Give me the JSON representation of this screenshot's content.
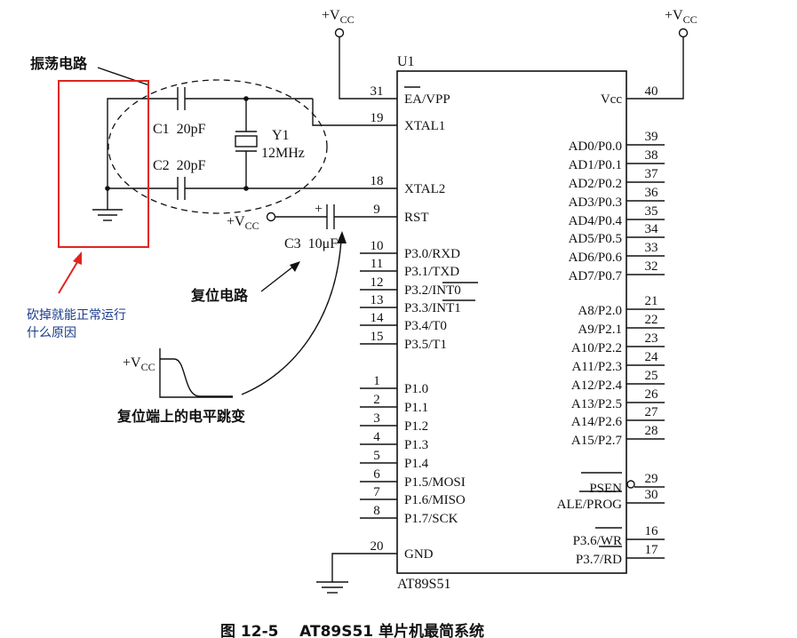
{
  "chip": {
    "ref": "U1",
    "part": "AT89S51",
    "left_pins": [
      {
        "num": "31",
        "name": "EA/VPP"
      },
      {
        "num": "19",
        "name": "XTAL1"
      },
      {
        "num": "18",
        "name": "XTAL2"
      },
      {
        "num": "9",
        "name": "RST"
      },
      {
        "num": "10",
        "name": "P3.0/RXD"
      },
      {
        "num": "11",
        "name": "P3.1/TXD"
      },
      {
        "num": "12",
        "name": "P3.2/INT0"
      },
      {
        "num": "13",
        "name": "P3.3/INT1"
      },
      {
        "num": "14",
        "name": "P3.4/T0"
      },
      {
        "num": "15",
        "name": "P3.5/T1"
      },
      {
        "num": "1",
        "name": "P1.0"
      },
      {
        "num": "2",
        "name": "P1.1"
      },
      {
        "num": "3",
        "name": "P1.2"
      },
      {
        "num": "4",
        "name": "P1.3"
      },
      {
        "num": "5",
        "name": "P1.4"
      },
      {
        "num": "6",
        "name": "P1.5/MOSI"
      },
      {
        "num": "7",
        "name": "P1.6/MISO"
      },
      {
        "num": "8",
        "name": "P1.7/SCK"
      },
      {
        "num": "20",
        "name": "GND"
      }
    ],
    "right_pins": [
      {
        "num": "40",
        "name": "Vcc"
      },
      {
        "num": "39",
        "name": "AD0/P0.0"
      },
      {
        "num": "38",
        "name": "AD1/P0.1"
      },
      {
        "num": "37",
        "name": "AD2/P0.2"
      },
      {
        "num": "36",
        "name": "AD3/P0.3"
      },
      {
        "num": "35",
        "name": "AD4/P0.4"
      },
      {
        "num": "34",
        "name": "AD5/P0.5"
      },
      {
        "num": "33",
        "name": "AD6/P0.6"
      },
      {
        "num": "32",
        "name": "AD7/P0.7"
      },
      {
        "num": "21",
        "name": "A8/P2.0"
      },
      {
        "num": "22",
        "name": "A9/P2.1"
      },
      {
        "num": "23",
        "name": "A10/P2.2"
      },
      {
        "num": "24",
        "name": "A11/P2.3"
      },
      {
        "num": "25",
        "name": "A12/P2.4"
      },
      {
        "num": "26",
        "name": "A13/P2.5"
      },
      {
        "num": "27",
        "name": "A14/P2.6"
      },
      {
        "num": "28",
        "name": "A15/P2.7"
      },
      {
        "num": "29",
        "name": "PSEN"
      },
      {
        "num": "30",
        "name": "ALE/PROG"
      },
      {
        "num": "16",
        "name": "P3.6/WR"
      },
      {
        "num": "17",
        "name": "P3.7/RD"
      }
    ]
  },
  "components": {
    "c1": "C1  20pF",
    "c2": "C2  20pF",
    "y1_ref": "Y1",
    "y1_val": "12MHz",
    "c3": "C3  10μF",
    "c3_plus": "+"
  },
  "power": {
    "vcc_plus": "+V",
    "vcc_sub": "CC"
  },
  "labels": {
    "oscillator": "振荡电路",
    "reset_circuit": "复位电路",
    "reset_level": "复位端上的电平跳变",
    "question_line1": "砍掉就能正常运行",
    "question_line2": "什么原因",
    "caption": "图 12-5    AT89S51 单片机最简系统"
  },
  "colors": {
    "highlight": "#e0241f",
    "note_text": "#1a3a8a"
  }
}
